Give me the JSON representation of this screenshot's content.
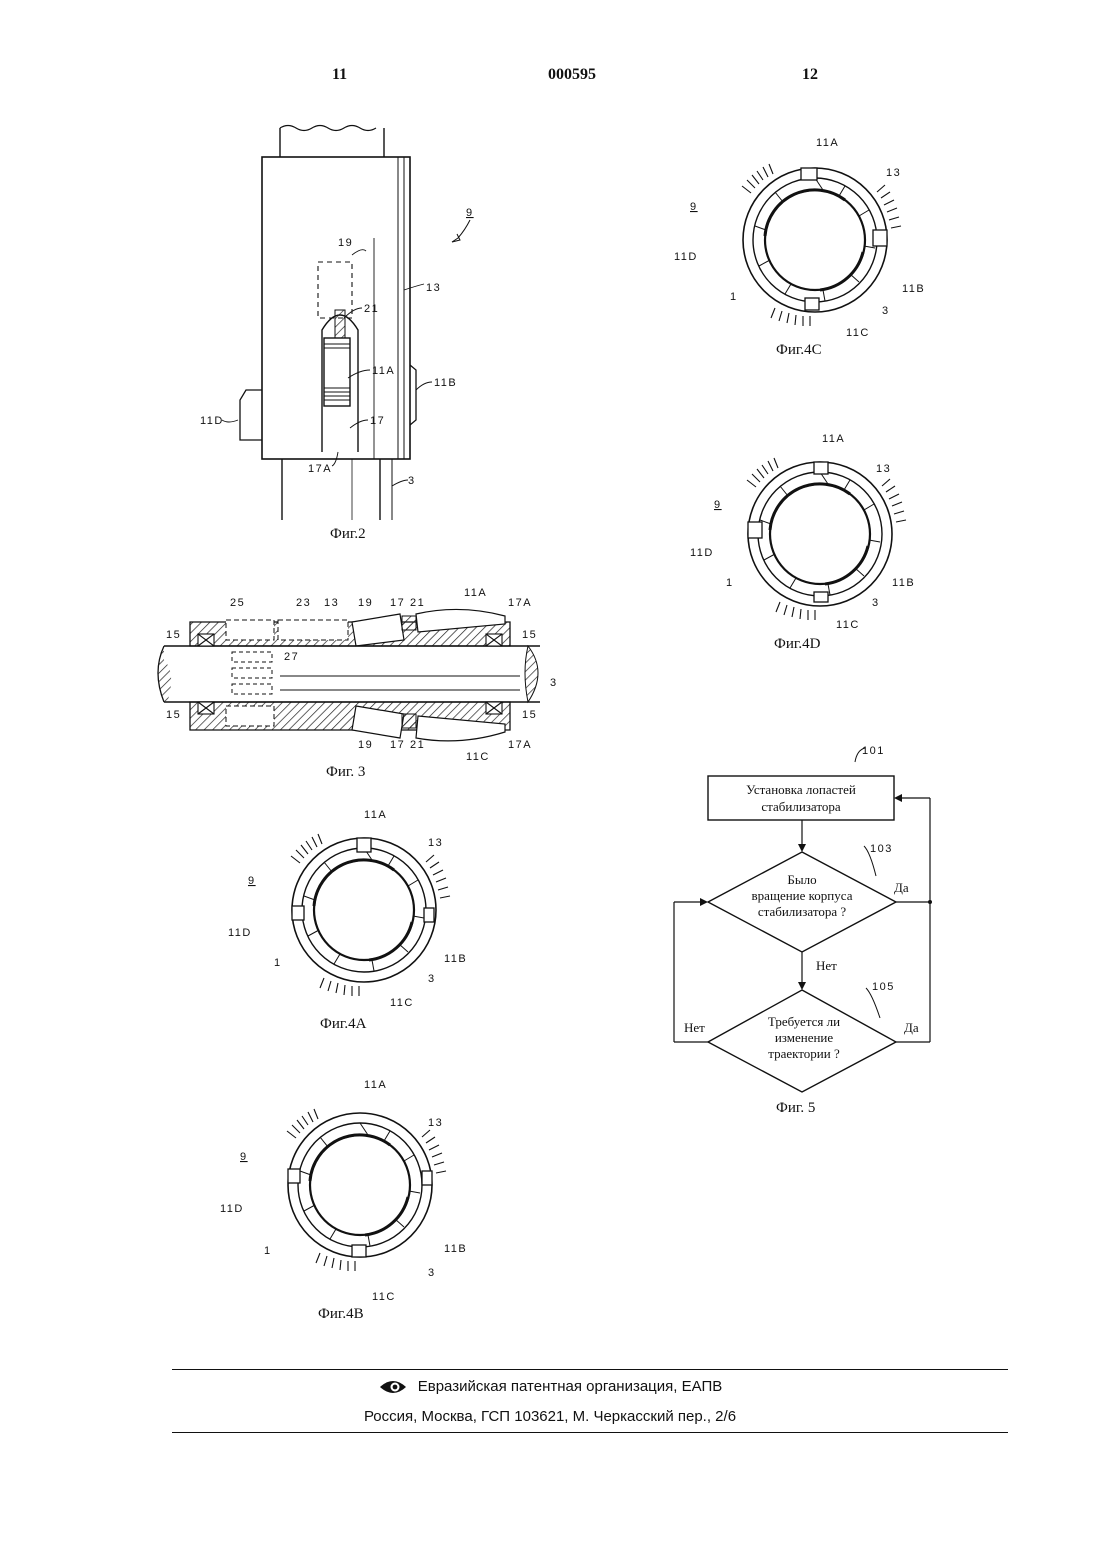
{
  "header": {
    "page_left": "11",
    "doc_number": "000595",
    "page_right": "12"
  },
  "figures": {
    "fig2": {
      "caption": "Фиг.2",
      "labels": {
        "ref9": "9",
        "r19": "19",
        "r21": "21",
        "r13": "13",
        "r11A": "11A",
        "r11B": "11B",
        "r11D": "11D",
        "r17": "17",
        "r17A": "17A",
        "r3": "3"
      }
    },
    "fig3": {
      "caption": "Фиг. 3",
      "labels": {
        "r25": "25",
        "r23": "23",
        "r13": "13",
        "r19": "19",
        "r17": "17",
        "r21": "21",
        "r11A": "11A",
        "r17A": "17A",
        "r15a": "15",
        "r15b": "15",
        "r27": "27",
        "r3": "3",
        "r15c": "15",
        "r15d": "15",
        "r19b": "19",
        "r17b": "17",
        "r21b": "21",
        "r11C": "11C",
        "r17Ab": "17A"
      }
    },
    "fig4A": {
      "caption": "Фиг.4A",
      "labels": {
        "a": "11A",
        "b": "13",
        "c": "9",
        "d": "11D",
        "e": "1",
        "f": "11B",
        "g": "3",
        "h": "11C"
      }
    },
    "fig4B": {
      "caption": "Фиг.4B",
      "labels": {
        "a": "11A",
        "b": "13",
        "c": "9",
        "d": "11D",
        "e": "1",
        "f": "11B",
        "g": "3",
        "h": "11C"
      }
    },
    "fig4C": {
      "caption": "Фиг.4C",
      "labels": {
        "a": "11A",
        "b": "13",
        "c": "9",
        "d": "11D",
        "e": "1",
        "f": "11B",
        "g": "3",
        "h": "11C"
      }
    },
    "fig4D": {
      "caption": "Фиг.4D",
      "labels": {
        "a": "11A",
        "b": "13",
        "c": "9",
        "d": "11D",
        "e": "1",
        "f": "11B",
        "g": "3",
        "h": "11C"
      }
    },
    "fig5": {
      "caption": "Фиг. 5",
      "ref101": "101",
      "ref103": "103",
      "ref105": "105",
      "box1_line1": "Установка лопастей",
      "box1_line2": "стабилизатора",
      "d1_line1": "Было",
      "d1_line2": "вращение корпуса",
      "d1_line3": "стабилизатора ?",
      "d2_line1": "Требуется ли",
      "d2_line2": "изменение",
      "d2_line3": "траектории ?",
      "yes1": "Да",
      "no1": "Нет",
      "no2": "Нет",
      "yes2": "Да"
    }
  },
  "footer": {
    "org": "Евразийская патентная организация, ЕАПВ",
    "address": "Россия, Москва, ГСП 103621, М. Черкасский пер., 2/6"
  }
}
